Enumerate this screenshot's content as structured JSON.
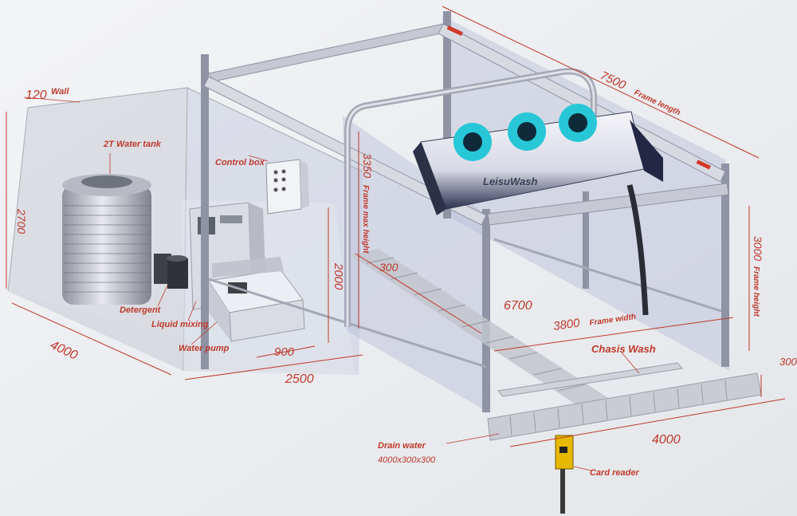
{
  "labels": {
    "wall_dim": "120",
    "wall": "Wall",
    "water_tank": "2T Water tank",
    "control_box": "Control box",
    "detergent": "Detergent",
    "liquid_mixing": "Liquid mixing",
    "water_pump": "Water pump",
    "frame_length_dim": "7500",
    "frame_length": "Frame length",
    "frame_max_height_dim": "3350",
    "frame_max_height": "Frame max height",
    "frame_height_dim": "3000",
    "frame_height": "Frame height",
    "frame_width_dim": "3800",
    "frame_width": "Frame width",
    "chassis_wash": "Chasis Wash",
    "drain_water": "Drain water",
    "drain_size": "4000x300x300",
    "card_reader": "Card reader",
    "brand": "LeisuWash"
  },
  "dims": {
    "room_height": "2700",
    "room_depth": "4000",
    "room_width": "2500",
    "pump_width": "900",
    "pump_area_height": "2000",
    "rail_width": "300",
    "rail_length": "6700",
    "drain_length": "4000",
    "drain_side": "300"
  },
  "colors": {
    "accent": "#c0392b",
    "frame": "#8f93a3",
    "glass": "#b7bdd8",
    "brush": "#27c7d8"
  }
}
